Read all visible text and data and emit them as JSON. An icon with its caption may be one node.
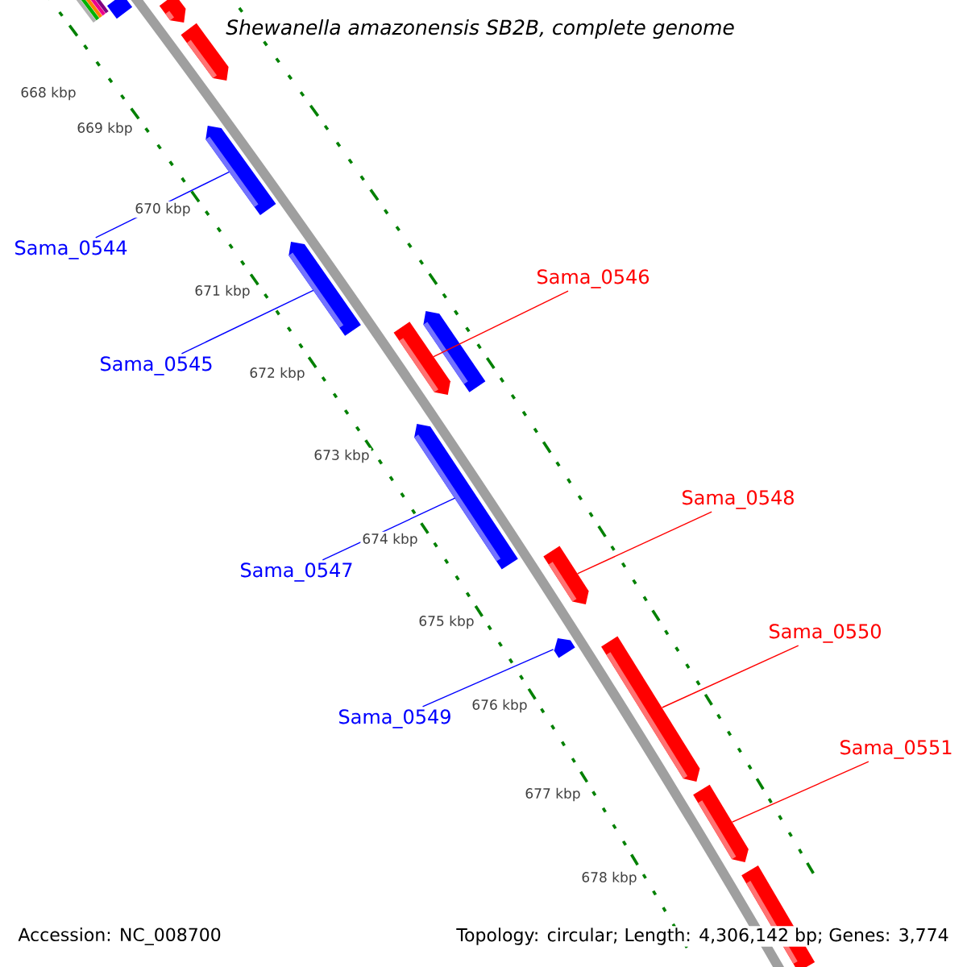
{
  "diagram": {
    "title": "Shewanella amazonensis SB2B, complete genome",
    "nodes": [
      {
        "text": [],
        "shape": "bar"
      },
      {
        "text": [],
        "shape": "bar"
      },
      {
        "text": [],
        "shape": "bar"
      },
      {
        "text": [],
        "shape": "bar"
      },
      {
        "text": [],
        "shape": "bar"
      },
      {
        "text": [],
        "shape": "bar"
      },
      {
        "text": [],
        "shape": "bar"
      },
      {
        "text": [],
        "shape": "bar"
      },
      {
        "text": [],
        "shape": "bar"
      },
      {
        "text": [],
        "shape": "bar"
      },
      {
        "text": [],
        "shape": "bar"
      },
      {
        "text": [],
        "shape": "bar"
      },
      {
        "text": [],
        "shape": "bar"
      },
      {
        "text": [
          "Sama_0544"
        ]
      },
      {
        "text": [
          "Sama_0545"
        ]
      },
      {
        "text": [
          "Sama_0546"
        ]
      },
      {
        "text": [
          "Sama_0547"
        ]
      },
      {
        "text": [
          "Sama_0548"
        ]
      },
      {
        "text": [
          "Sama_0549"
        ]
      },
      {
        "text": [
          "Sama_0550"
        ]
      },
      {
        "text": [
          "Sama_0551"
        ]
      }
    ],
    "edges": [
      {
        "from": 13,
        "to": 3,
        "arrow": "none",
        "color": "#0000ff"
      },
      {
        "from": 14,
        "to": 4,
        "arrow": "none",
        "color": "#0000ff"
      },
      {
        "from": 15,
        "to": 5,
        "arrow": "none",
        "color": "#ff0000"
      },
      {
        "from": 16,
        "to": 7,
        "arrow": "none",
        "color": "#0000ff"
      },
      {
        "from": 17,
        "to": 8,
        "arrow": "none",
        "color": "#ff0000"
      },
      {
        "from": 18,
        "to": 9,
        "arrow": "none",
        "color": "#0000ff"
      },
      {
        "from": 19,
        "to": 10,
        "arrow": "none",
        "color": "#ff0000"
      },
      {
        "from": 20,
        "to": 11,
        "arrow": "none",
        "color": "#ff0000"
      }
    ],
    "labels": [
      "668 kbp",
      "669 kbp",
      "670 kbp",
      "671 kbp",
      "672 kbp",
      "673 kbp",
      "674 kbp",
      "675 kbp",
      "676 kbp",
      "677 kbp",
      "678 kbp",
      "Accession: NC_008700",
      "Topology: circular; Length: 4,306,142 bp; Genes: 3,774"
    ]
  }
}
